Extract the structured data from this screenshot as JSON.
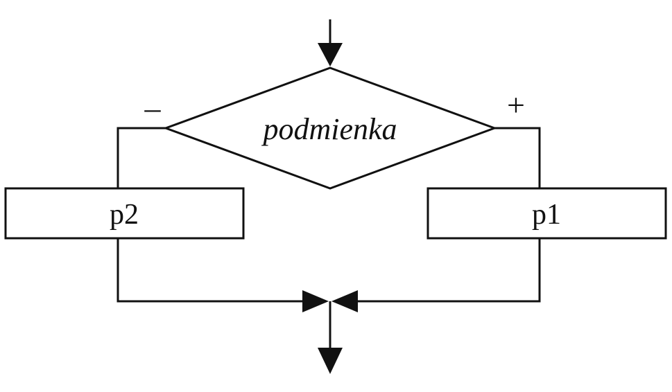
{
  "decision": {
    "label": "podmienka",
    "false_branch": "–",
    "true_branch": "+"
  },
  "process_false": {
    "label": "p2"
  },
  "process_true": {
    "label": "p1"
  }
}
